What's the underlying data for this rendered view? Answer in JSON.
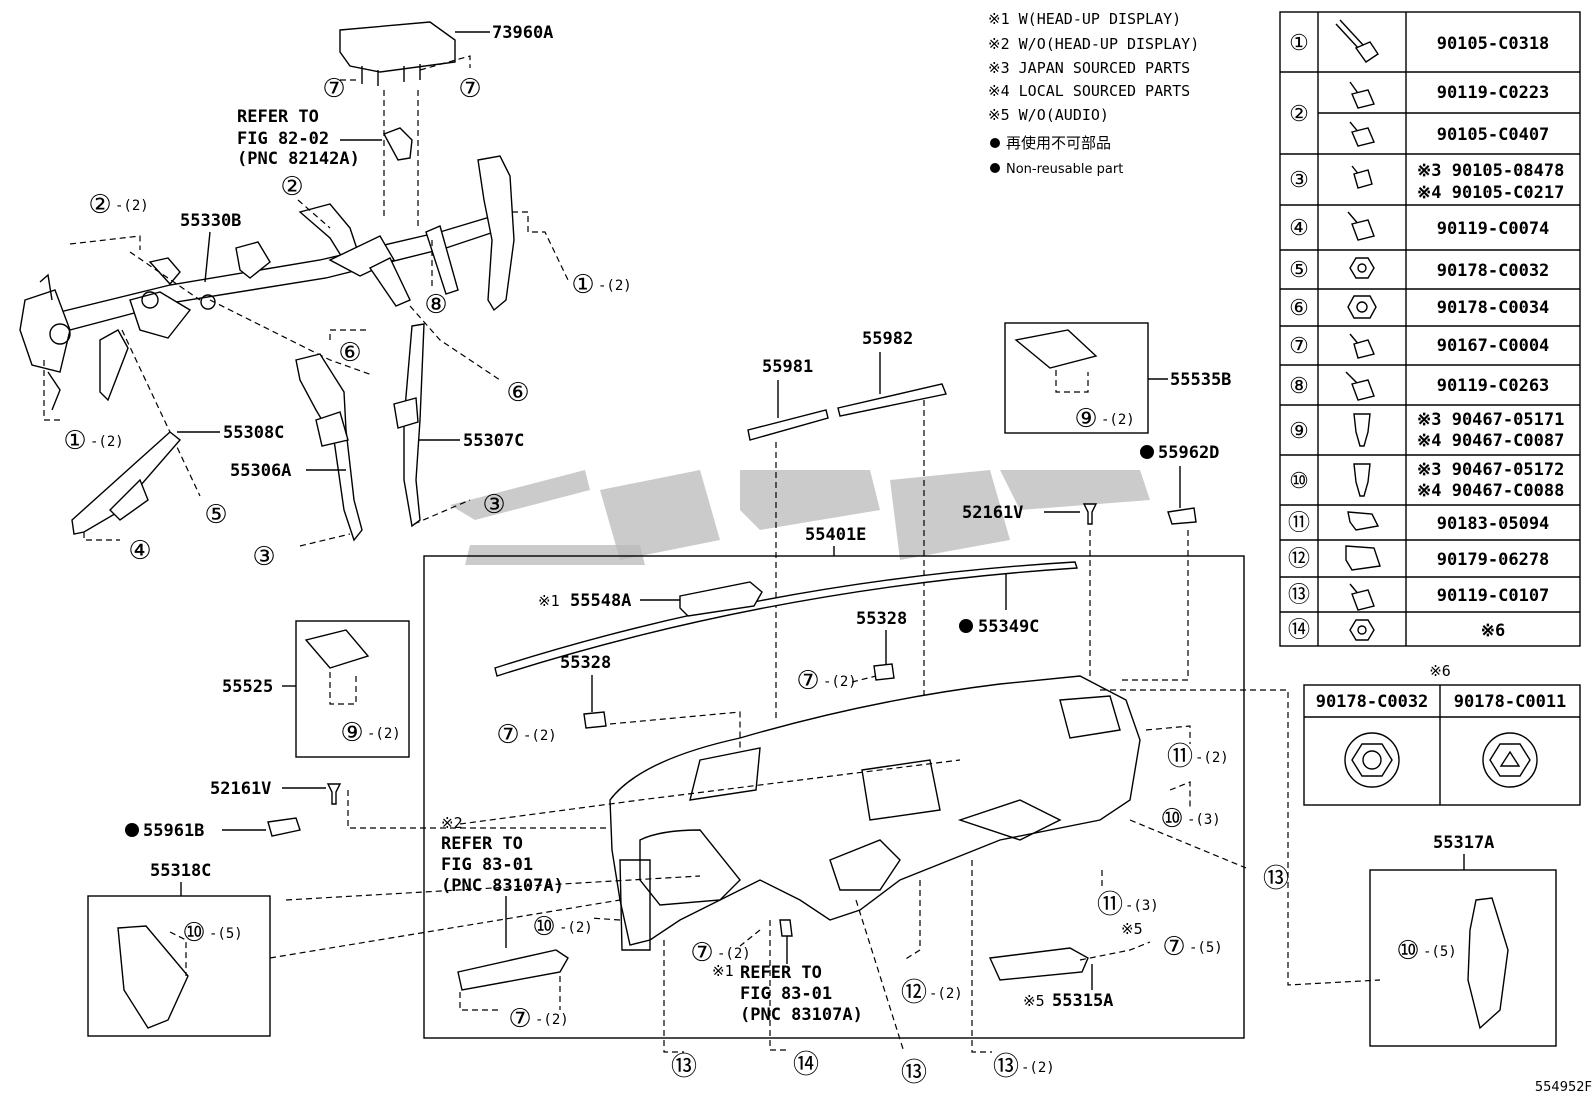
{
  "notes": {
    "n1": "※1 W(HEAD-UP DISPLAY)",
    "n2": "※2 W/O(HEAD-UP DISPLAY)",
    "n3": "※3 JAPAN SOURCED PARTS",
    "n4": "※4 LOCAL SOURCED PARTS",
    "n5": "※5 W/O(AUDIO)",
    "n6": "再使用不可部品",
    "n7": "Non-reusable part"
  },
  "fastener_table": [
    {
      "num": "①",
      "parts": [
        "90105-C0318"
      ]
    },
    {
      "num": "②",
      "parts": [
        "90119-C0223",
        "90105-C0407"
      ]
    },
    {
      "num": "③",
      "parts": [
        "※3 90105-08478",
        "※4 90105-C0217"
      ]
    },
    {
      "num": "④",
      "parts": [
        "90119-C0074"
      ]
    },
    {
      "num": "⑤",
      "parts": [
        "90178-C0032"
      ]
    },
    {
      "num": "⑥",
      "parts": [
        "90178-C0034"
      ]
    },
    {
      "num": "⑦",
      "parts": [
        "90167-C0004"
      ]
    },
    {
      "num": "⑧",
      "parts": [
        "90119-C0263"
      ]
    },
    {
      "num": "⑨",
      "parts": [
        "※3 90467-05171",
        "※4 90467-C0087"
      ]
    },
    {
      "num": "⑩",
      "parts": [
        "※3 90467-05172",
        "※4 90467-C0088"
      ]
    },
    {
      "num": "⑪",
      "parts": [
        "90183-05094"
      ]
    },
    {
      "num": "⑫",
      "parts": [
        "90179-06278"
      ]
    },
    {
      "num": "⑬",
      "parts": [
        "90119-C0107"
      ]
    },
    {
      "num": "⑭",
      "parts": [
        "※6"
      ]
    }
  ],
  "nut_table": {
    "title": "※6",
    "left": "90178-C0032",
    "right": "90178-C0011"
  },
  "labels": {
    "p73960A": "73960A",
    "p55330B": "55330B",
    "p55308C": "55308C",
    "p55306A": "55306A",
    "p55307C": "55307C",
    "p55981": "55981",
    "p55982": "55982",
    "p55535B": "55535B",
    "p55962D": "55962D",
    "p52161V_a": "52161V",
    "p55401E": "55401E",
    "p55548A": "55548A",
    "p55548A_mark": "※1",
    "p55328_a": "55328",
    "p55328_b": "55328",
    "p55349C": "55349C",
    "p55525": "55525",
    "p52161V_b": "52161V",
    "p55961B": "55961B",
    "p55318C": "55318C",
    "p55317A": "55317A",
    "p55315A": "55315A",
    "p55315A_mark": "※5",
    "ref1_l1": "REFER TO",
    "ref1_l2": "FIG 82-02",
    "ref1_l3": "(PNC 82142A)",
    "ref2_mark": "※2",
    "ref2_l1": "REFER TO",
    "ref2_l2": "FIG 83-01",
    "ref2_l3": "(PNC 83107A)",
    "ref3_mark": "※1",
    "ref3_l1": "REFER TO",
    "ref3_l2": "FIG 83-01",
    "ref3_l3": "(PNC 83107A)",
    "sym7_mark": "※5",
    "figure_id": "554952F"
  },
  "callouts": [
    {
      "num": "⑦",
      "qty": ""
    },
    {
      "num": "⑦",
      "qty": ""
    },
    {
      "num": "②",
      "qty": "-(2)"
    },
    {
      "num": "②",
      "qty": ""
    },
    {
      "num": "①",
      "qty": "-(2)"
    },
    {
      "num": "⑧",
      "qty": ""
    },
    {
      "num": "⑥",
      "qty": ""
    },
    {
      "num": "⑥",
      "qty": ""
    },
    {
      "num": "①",
      "qty": "-(2)"
    },
    {
      "num": "⑤",
      "qty": ""
    },
    {
      "num": "④",
      "qty": ""
    },
    {
      "num": "③",
      "qty": ""
    },
    {
      "num": "③",
      "qty": ""
    },
    {
      "num": "⑨",
      "qty": "-(2)"
    },
    {
      "num": "⑨",
      "qty": "-(2)"
    },
    {
      "num": "⑦",
      "qty": "-(2)"
    },
    {
      "num": "⑦",
      "qty": "-(2)"
    },
    {
      "num": "⑪",
      "qty": "-(2)"
    },
    {
      "num": "⑩",
      "qty": "-(3)"
    },
    {
      "num": "⑬",
      "qty": ""
    },
    {
      "num": "⑪",
      "qty": "-(3)"
    },
    {
      "num": "⑩",
      "qty": "-(2)"
    },
    {
      "num": "⑦",
      "qty": "-(2)"
    },
    {
      "num": "⑫",
      "qty": "-(2)"
    },
    {
      "num": "⑦",
      "qty": "-(5)"
    },
    {
      "num": "⑦",
      "qty": "-(2)"
    },
    {
      "num": "⑬",
      "qty": ""
    },
    {
      "num": "⑭",
      "qty": ""
    },
    {
      "num": "⑬",
      "qty": ""
    },
    {
      "num": "⑬",
      "qty": "-(2)"
    },
    {
      "num": "⑩",
      "qty": "-(5)"
    },
    {
      "num": "⑩",
      "qty": "-(5)"
    }
  ]
}
